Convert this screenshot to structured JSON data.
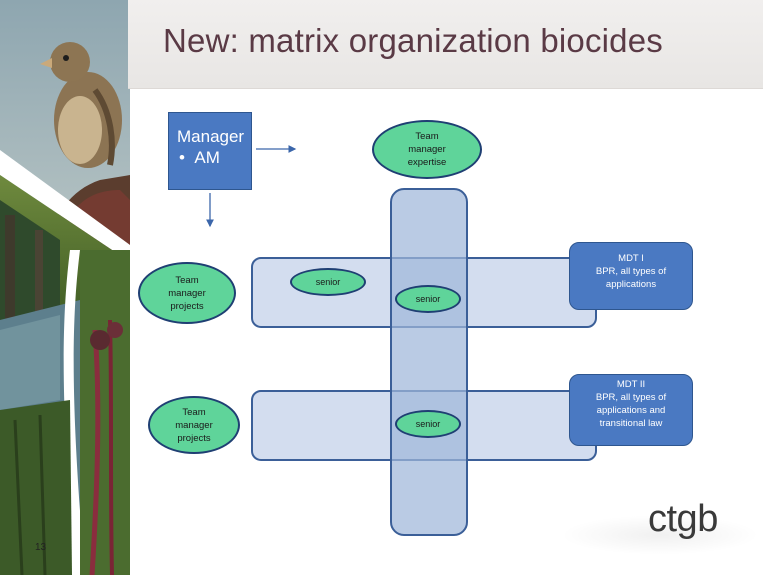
{
  "title": "New: matrix organization biocides",
  "slide_number": "13",
  "logo_text": "ctgb",
  "manager": {
    "title": "Manager",
    "bullet": "•",
    "item": "AM"
  },
  "team_expertise": {
    "line1": "Team",
    "line2": "manager",
    "line3": "expertise"
  },
  "team_projects_1": {
    "line1": "Team",
    "line2": "manager",
    "line3": "projects"
  },
  "team_projects_2": {
    "line1": "Team",
    "line2": "manager",
    "line3": "projects"
  },
  "senior_labels": [
    "senior",
    "senior",
    "senior"
  ],
  "mdt1": {
    "line1": "MDT I",
    "line2": "BPR, all types of",
    "line3": "applications"
  },
  "mdt2": {
    "line1": "MDT II",
    "line2": "BPR, all types of",
    "line3": "applications and",
    "line4": "transitional law"
  },
  "colors": {
    "blue_box": "#4a79c2",
    "green_ellipse": "#5fd49a",
    "bar_fill": "#c6d4ea",
    "bar_border": "#3b5f98",
    "title_text": "#5a3a45"
  },
  "icons": [
    "bird-photo",
    "reeds-photo",
    "arrow-right-icon",
    "arrow-down-icon"
  ]
}
